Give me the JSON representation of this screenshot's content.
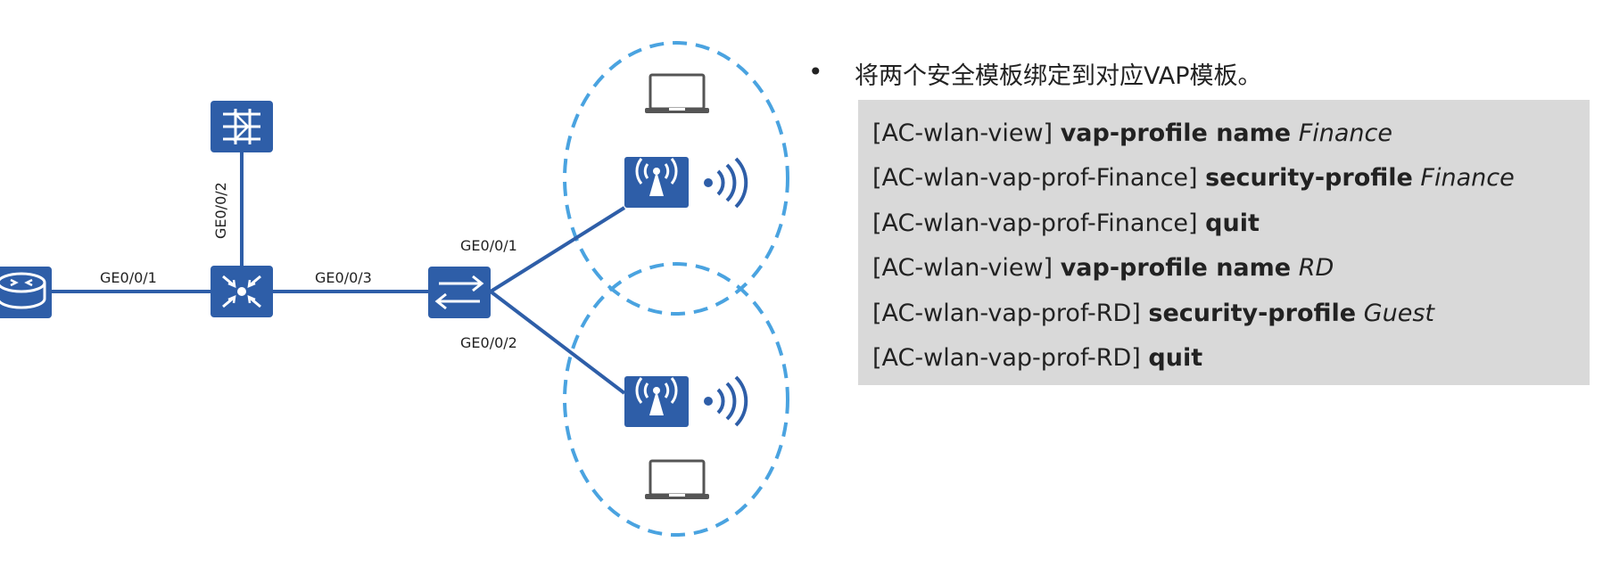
{
  "colors": {
    "device": "#2e5ea8",
    "link": "#2e5ea8",
    "coverage": "#4aa3e0",
    "laptop": "#555555",
    "code_bg": "#d9d9d9"
  },
  "ports": {
    "router_core": "GE0/0/1",
    "core_up": "GE0/0/2",
    "core_switch": "GE0/0/3",
    "switch_ap1": "GE0/0/1",
    "switch_ap2": "GE0/0/2"
  },
  "icons": [
    "router-icon",
    "firewall-icon",
    "core-switch-icon",
    "switch-icon",
    "access-point-icon",
    "laptop-icon",
    "wifi-signal-icon"
  ],
  "instruction": "将两个安全模板绑定到对应VAP模板。",
  "code_lines": [
    {
      "prompt": "[AC-wlan-view]",
      "command": "vap-profile name",
      "argument": "Finance"
    },
    {
      "prompt": "[AC-wlan-vap-prof-Finance]",
      "command": "security-profile",
      "argument": "Finance"
    },
    {
      "prompt": "[AC-wlan-vap-prof-Finance]",
      "command": "quit",
      "argument": ""
    },
    {
      "prompt": "[AC-wlan-view]",
      "command": "vap-profile name",
      "argument": "RD"
    },
    {
      "prompt": "[AC-wlan-vap-prof-RD]",
      "command": "security-profile",
      "argument": "Guest"
    },
    {
      "prompt": "[AC-wlan-vap-prof-RD]",
      "command": "quit",
      "argument": ""
    }
  ]
}
